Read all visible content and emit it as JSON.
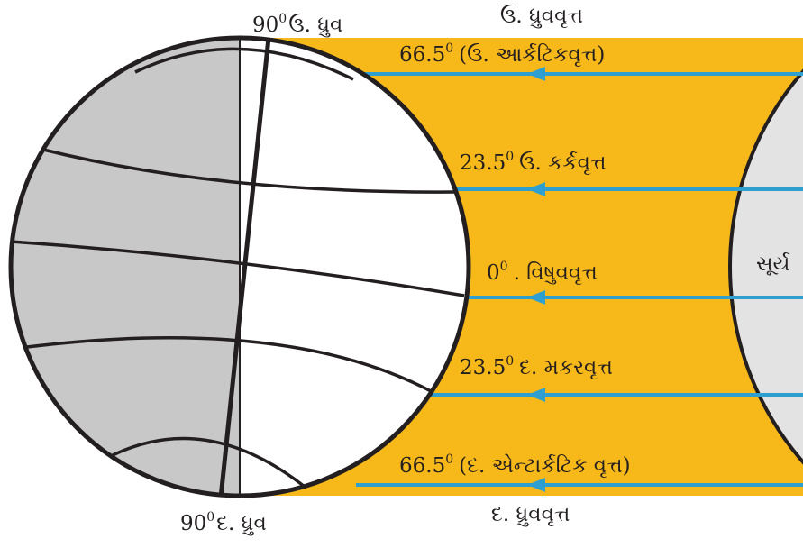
{
  "diagram": {
    "colors": {
      "sunlight": "#f7b81a",
      "ray": "#2e9fcf",
      "night_side": "#c8c8c8",
      "day_side": "#ffffff",
      "sun": "#e3e3e3",
      "outline": "#231f20"
    },
    "poles": {
      "north": {
        "value": "90",
        "sup": "0",
        "name": "ઉ. ધ્રુવ"
      },
      "south": {
        "value": "90",
        "sup": "0",
        "name": "દ. ધ્રુવ"
      }
    },
    "circles": {
      "arctic_circle": "ઉ. ધ્રુવવૃત્ત",
      "antarctic_circle": "દ. ધ્રુવવૃત્ત"
    },
    "latitudes": [
      {
        "value": "66.5",
        "sup": "0",
        "name": "(ઉ. આર્કટિકવૃત્ત)"
      },
      {
        "value": "23.5",
        "sup": "0",
        "name": "ઉ. કર્કવૃત્ત"
      },
      {
        "value": "0",
        "sup": "0",
        "name": ". વિષુવવૃત્ત"
      },
      {
        "value": "23.5",
        "sup": "0",
        "name": "દ. મકરવૃત્ત"
      },
      {
        "value": "66.5",
        "sup": "0",
        "name": "(દ. એન્ટાર્કટિક વૃત્ત)"
      }
    ],
    "sun": {
      "label": "સૂર્ય"
    },
    "sun_rays": [
      {
        "name": "ray-66-north"
      },
      {
        "name": "ray-23-north"
      },
      {
        "name": "ray-equator"
      },
      {
        "name": "ray-23-south"
      },
      {
        "name": "ray-66-south"
      }
    ]
  }
}
